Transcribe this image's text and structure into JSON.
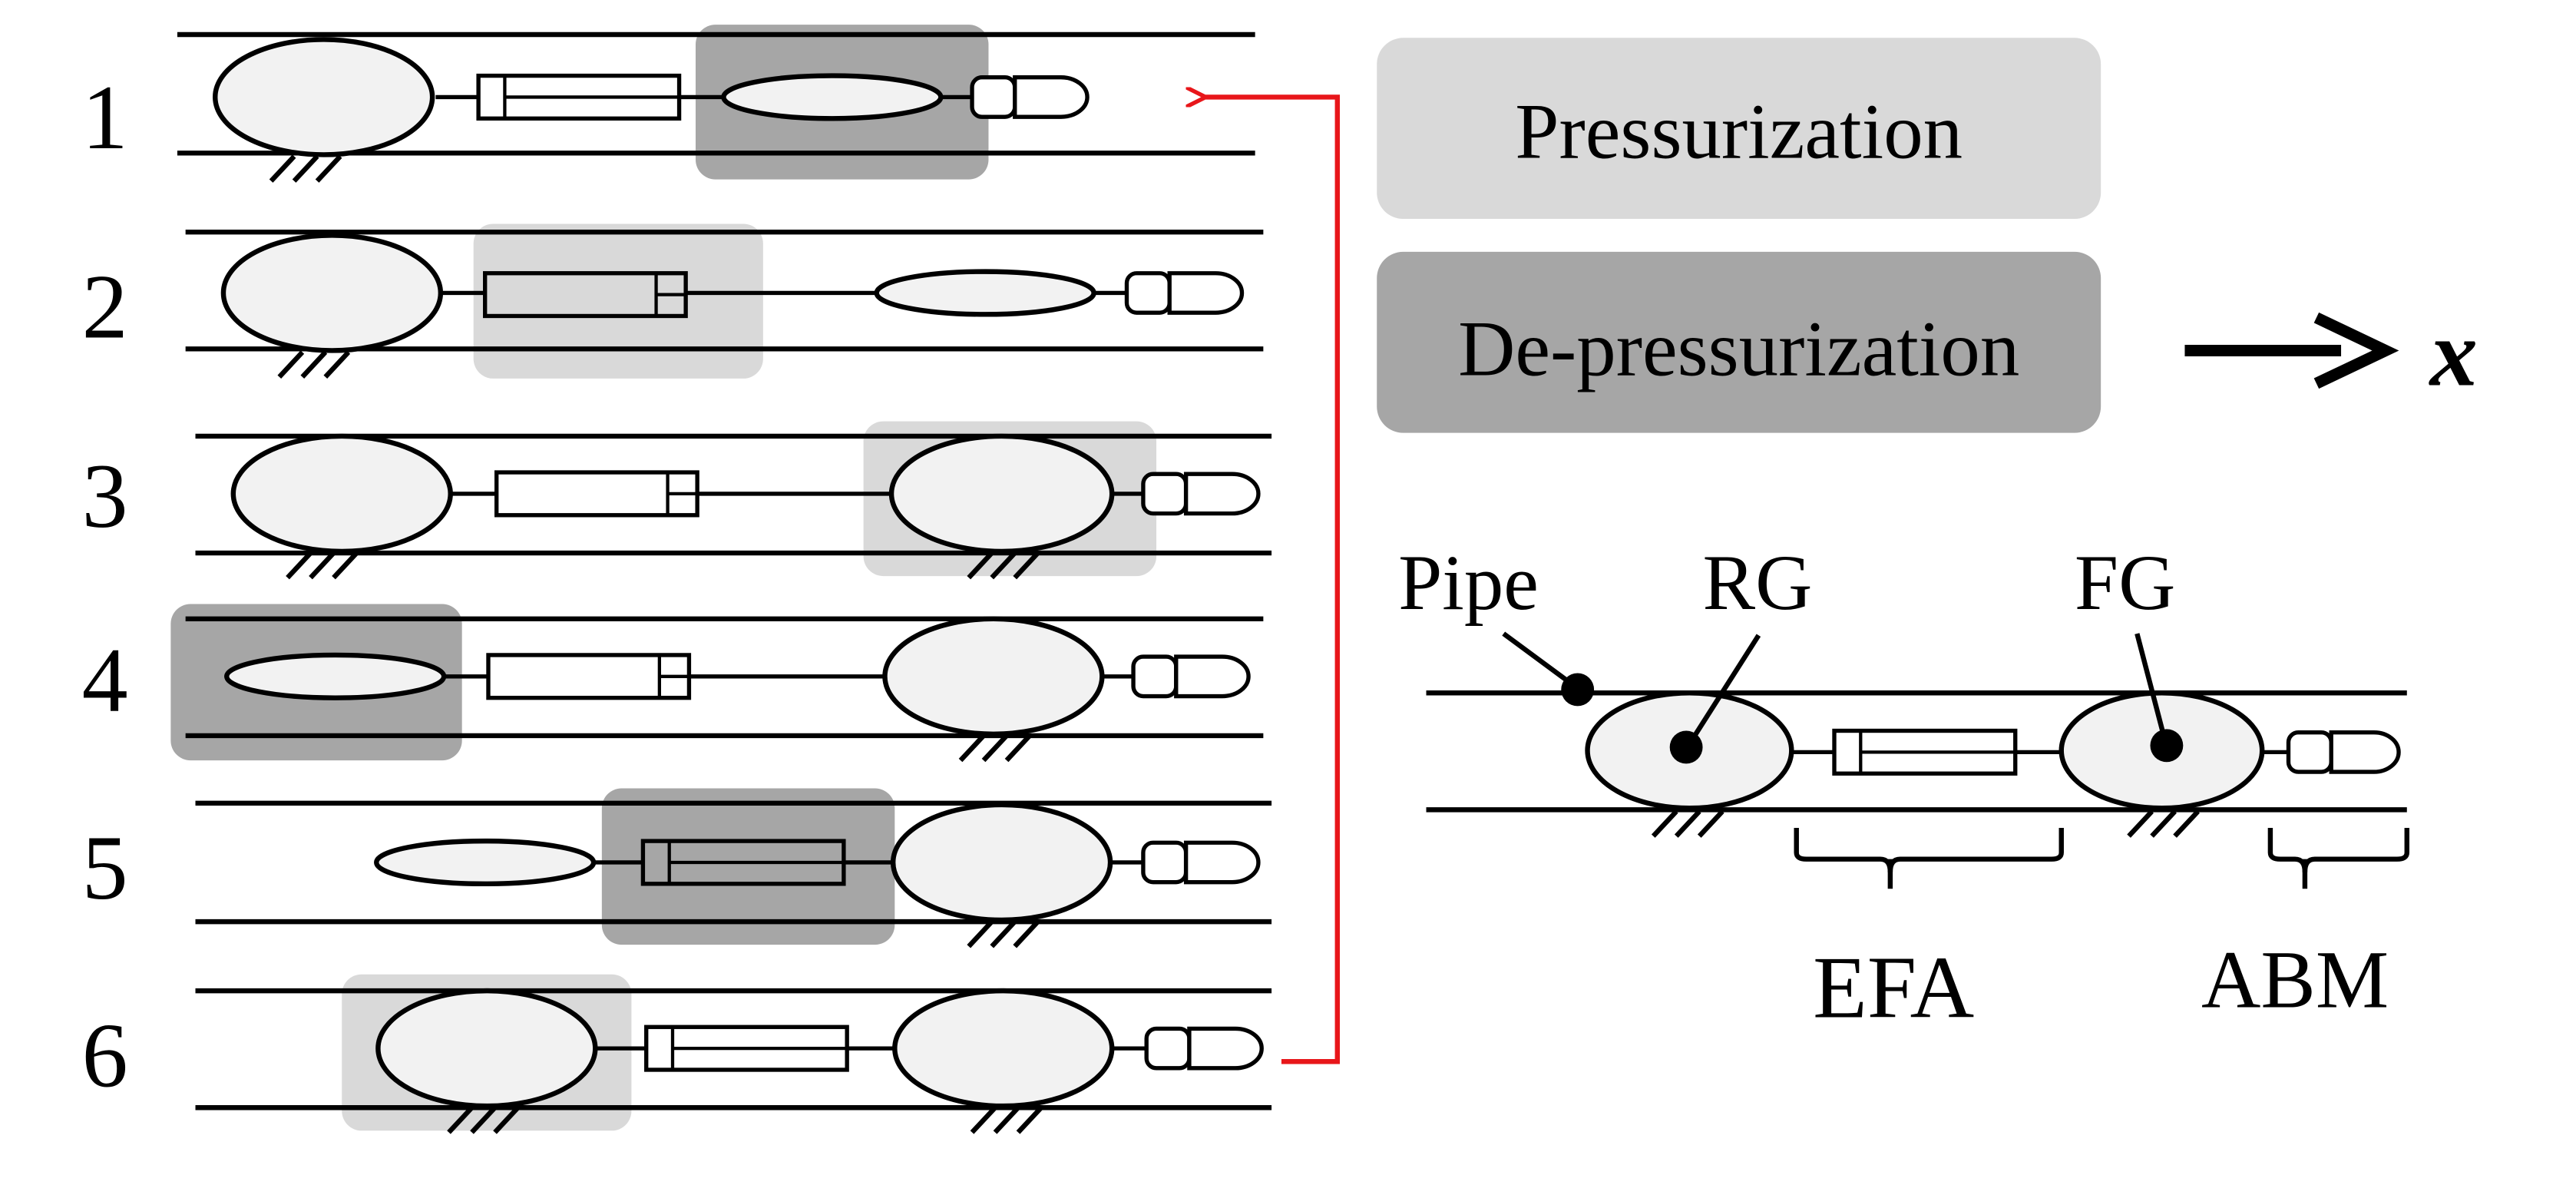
{
  "step_labels": [
    "1",
    "2",
    "3",
    "4",
    "5",
    "6"
  ],
  "legend": {
    "pressurization": "Pressurization",
    "depressurization": "De-pressurization",
    "direction": "x"
  },
  "detail": {
    "pipe": "Pipe",
    "rg": "RG",
    "fg": "FG",
    "efa": "EFA",
    "abm": "ABM"
  },
  "colors": {
    "pressurization": "#d9d9d9",
    "depressurization": "#a6a6a6",
    "gripper_fill": "#f2f2f2",
    "cycle_arrow": "#e8161a",
    "stroke": "#000000"
  },
  "steps": [
    {
      "rear": "anchored",
      "efa": "extended",
      "front": "deflated",
      "highlight": "depressurization",
      "highlight_target": "front"
    },
    {
      "rear": "anchored",
      "efa": "contracted",
      "front": "deflated",
      "highlight": "pressurization",
      "highlight_target": "efa"
    },
    {
      "rear": "anchored",
      "efa": "contracted",
      "front": "anchored",
      "highlight": "pressurization",
      "highlight_target": "front"
    },
    {
      "rear": "deflated",
      "efa": "contracted",
      "front": "anchored",
      "highlight": "depressurization",
      "highlight_target": "rear"
    },
    {
      "rear": "deflated",
      "efa": "extended",
      "front": "anchored",
      "highlight": "depressurization",
      "highlight_target": "efa"
    },
    {
      "rear": "anchored",
      "efa": "extended",
      "front": "anchored",
      "highlight": "pressurization",
      "highlight_target": "rear"
    }
  ]
}
